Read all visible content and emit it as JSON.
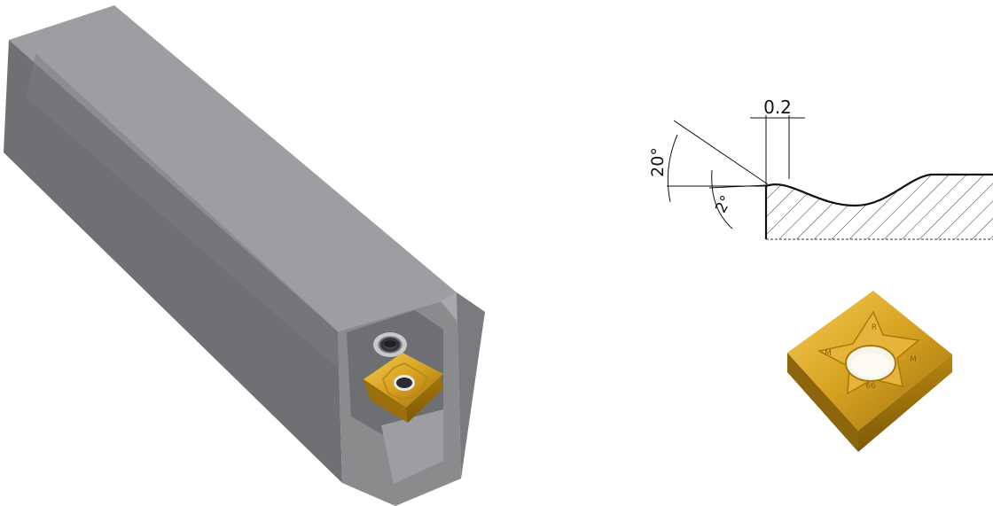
{
  "tool_holder": {
    "body_color": "#8a8b8d",
    "insert_color": "#d9a21c"
  },
  "cross_section": {
    "width_label": "0.2",
    "rake_angle_label": "20°",
    "land_angle_label": "2°"
  },
  "insert_closeup": {
    "color": "#d7a220",
    "markings": [
      "R",
      "M",
      "M",
      "66"
    ]
  }
}
